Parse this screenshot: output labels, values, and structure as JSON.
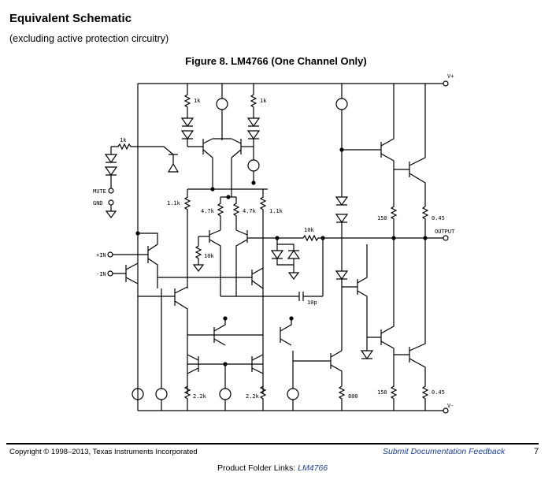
{
  "section": {
    "title": "Equivalent Schematic",
    "subtitle": "(excluding active protection circuitry)"
  },
  "figure": {
    "caption": "Figure 8.  LM4766 (One Channel Only)"
  },
  "schematic": {
    "rail_pos": "V+",
    "rail_neg": "V-",
    "pins": {
      "mute": "MUTE",
      "gnd": "GND",
      "in_pos": "+IN",
      "in_neg": "-IN",
      "output": "OUTPUT"
    },
    "components": {
      "r_1k_a": "1k",
      "r_1k_b": "1k",
      "r_1k_c": "1k",
      "r_1_1k_a": "1.1k",
      "r_1_1k_b": "1.1k",
      "r_4_7k_a": "4.7k",
      "r_4_7k_b": "4.7k",
      "r_10k_a": "10k",
      "r_10k_b": "10k",
      "c_10p": "10p",
      "r_150_a": "150",
      "r_150_b": "150",
      "r_045_a": "0.45",
      "r_045_b": "0.45",
      "r_2_2k_a": "2.2k",
      "r_2_2k_b": "2.2k",
      "r_800": "800"
    }
  },
  "footer": {
    "copyright": "Copyright © 1998–2013, Texas Instruments Incorporated",
    "feedback_link": "Submit Documentation Feedback",
    "page_number": "7",
    "folder_links_label": "Product Folder Links: ",
    "folder_links_part": "LM4766"
  }
}
